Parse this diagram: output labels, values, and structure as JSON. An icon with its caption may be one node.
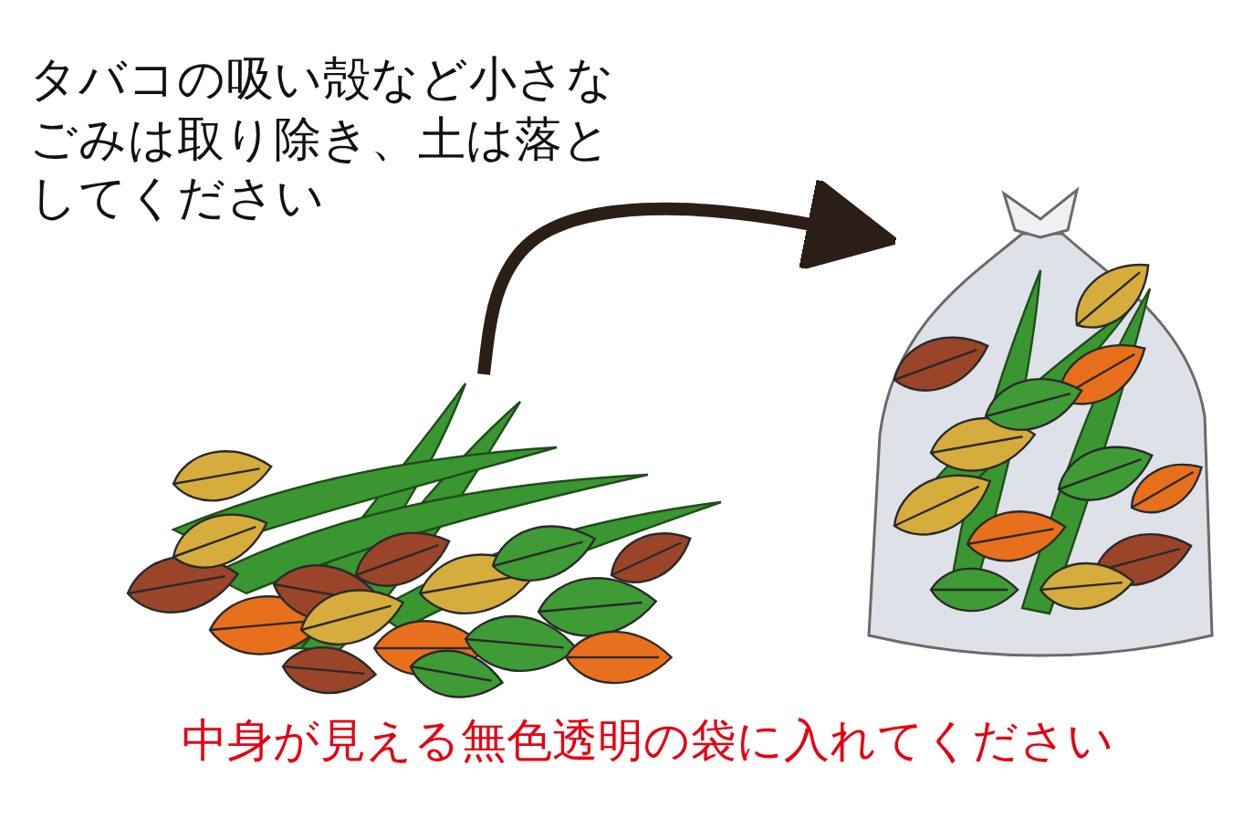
{
  "diagram": {
    "nodes": [
      {
        "text": [],
        "shape": "picture"
      },
      {
        "text": [],
        "shape": "picture"
      }
    ],
    "edges": [
      {
        "from": 0,
        "to": 1,
        "arrow": "to"
      }
    ],
    "labels": [
      "タバコの吸い殻など小さなごみは取り除き、土は落としてください",
      "中身が見える無色透明の袋に入れてください"
    ]
  }
}
